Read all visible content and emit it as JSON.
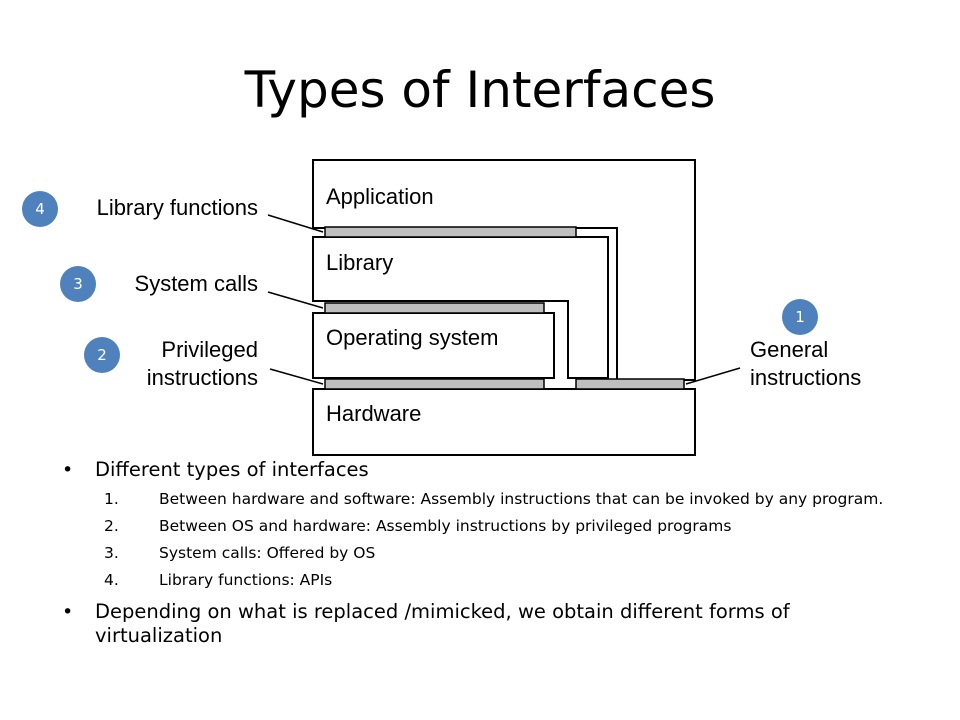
{
  "slide": {
    "title": "Types of Interfaces"
  },
  "diagram": {
    "layers": {
      "application": "Application",
      "library": "Library",
      "operating_system": "Operating system",
      "hardware": "Hardware"
    },
    "callouts": [
      {
        "number": "4",
        "lines": [
          "Library functions"
        ]
      },
      {
        "number": "3",
        "lines": [
          "System calls"
        ]
      },
      {
        "number": "2",
        "lines": [
          "Privileged",
          "instructions"
        ]
      },
      {
        "number": "1",
        "lines": [
          "General",
          "instructions"
        ]
      }
    ],
    "colors": {
      "badge": "#4f81bd",
      "interface_bar": "#bfbfbf",
      "outline": "#000000"
    }
  },
  "bullets": [
    {
      "text": "Different types of interfaces",
      "items": [
        {
          "num": "1.",
          "text": "Between hardware and software: Assembly instructions that can be invoked by any program."
        },
        {
          "num": "2.",
          "text": "Between OS and hardware: Assembly instructions by privileged programs"
        },
        {
          "num": "3.",
          "text": "System calls: Offered by OS"
        },
        {
          "num": "4.",
          "text": "Library functions: APIs"
        }
      ]
    },
    {
      "text": "Depending on what is replaced /mimicked, we obtain different forms of virtualization"
    }
  ]
}
